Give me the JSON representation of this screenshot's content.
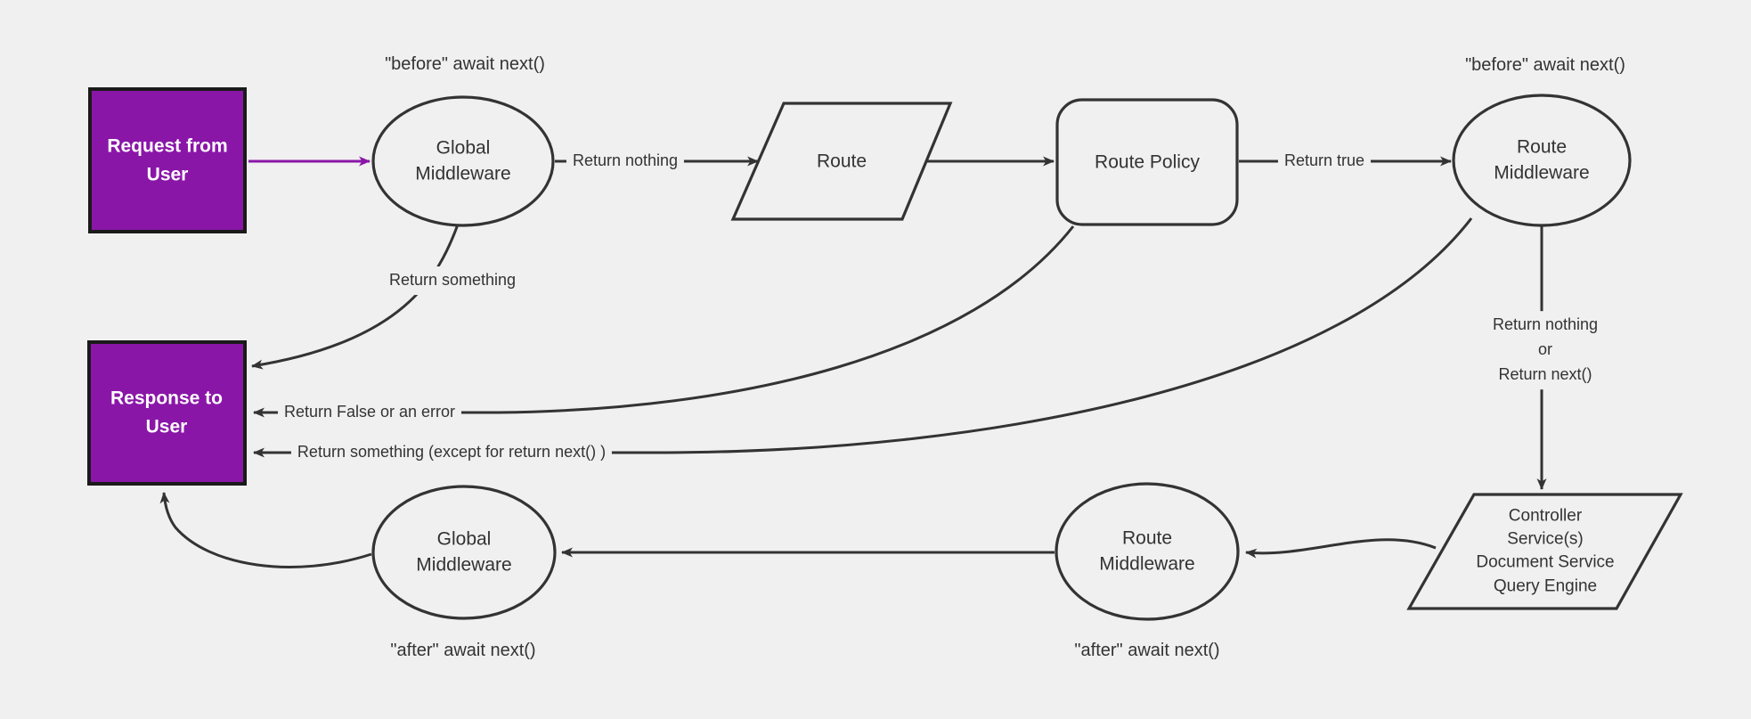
{
  "diagram": {
    "background": "#f0f0f0",
    "line_color": "#333333",
    "accent_purple": "#8a16a8",
    "nodes": {
      "request": {
        "label": "Request from\nUser",
        "shape": "rect",
        "fill": "#8a16a8"
      },
      "global_middleware_top": {
        "label": "Global\nMiddleware",
        "shape": "ellipse"
      },
      "route": {
        "label": "Route",
        "shape": "parallelogram"
      },
      "route_policy": {
        "label": "Route Policy",
        "shape": "rounded-rect"
      },
      "route_middleware_top": {
        "label": "Route\nMiddleware",
        "shape": "ellipse"
      },
      "response": {
        "label": "Response to\nUser",
        "shape": "rect",
        "fill": "#8a16a8"
      },
      "controller": {
        "label": "Controller\nService(s)\nDocument Service\nQuery Engine",
        "shape": "parallelogram"
      },
      "route_middleware_bottom": {
        "label": "Route\nMiddleware",
        "shape": "ellipse"
      },
      "global_middleware_bottom": {
        "label": "Global\nMiddleware",
        "shape": "ellipse"
      }
    },
    "edge_labels": {
      "before_await_left": "\"before\" await next()",
      "before_await_right": "\"before\" await next()",
      "return_nothing": "Return nothing",
      "return_true": "Return true",
      "return_something": "Return something",
      "return_false": "Return False or an error",
      "return_something_except": "Return something (except for return next() )",
      "return_nothing_or_next": "Return nothing\nor\nReturn next()",
      "after_await_left": "\"after\" await next()",
      "after_await_right": "\"after\" await next()"
    }
  }
}
